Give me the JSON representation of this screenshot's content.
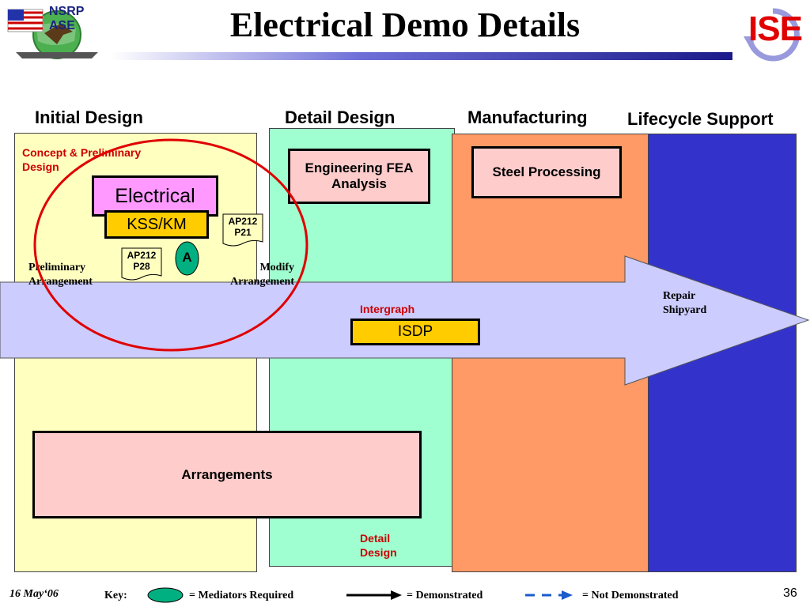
{
  "slide": {
    "title": "Electrical Demo Details",
    "logo_left_text": "NSRP ASE",
    "logo_right_text": "ISE",
    "date": "16 May‘06",
    "page_number": "36"
  },
  "columns": {
    "initial_design": "Initial Design",
    "detail_design": "Detail Design",
    "manufacturing": "Manufacturing",
    "lifecycle_support": "Lifecycle Support"
  },
  "labels": {
    "concept_preliminary": "Concept & Preliminary Design",
    "preliminary_arrangement": "Preliminary Arrangement",
    "modify_arrangement": "Modify Arrangement",
    "intergraph": "Intergraph",
    "repair_shipyard": "Repair Shipyard",
    "detail_design_bottom": "Detail Design"
  },
  "boxes": {
    "engineering_fea": "Engineering FEA Analysis",
    "steel_processing": "Steel Processing",
    "electrical": "Electrical",
    "kss_km": "KSS/KM",
    "isdp": "ISDP",
    "arrangements": "Arrangements",
    "ap212_p21": "AP212 P21",
    "ap212_p28": "AP212 P28",
    "mediator": "A"
  },
  "key": {
    "label": "Key:",
    "mediators": "= Mediators Required",
    "demonstrated": "= Demonstrated",
    "not_demonstrated": "= Not Demonstrated"
  },
  "colors": {
    "initial_panel": "#ffffc0",
    "detail_panel": "#a0ffd0",
    "manufacturing_panel": "#ff9966",
    "lifecycle_panel": "#3333cc",
    "process_arrow": "#ccccff",
    "electrical_box": "#ff99ff",
    "kss_box": "#ffcc00",
    "isdp_box": "#ffcc00",
    "pink_box": "#ffcccc",
    "mediator": "#00b080",
    "highlight_circle": "#e00000"
  }
}
